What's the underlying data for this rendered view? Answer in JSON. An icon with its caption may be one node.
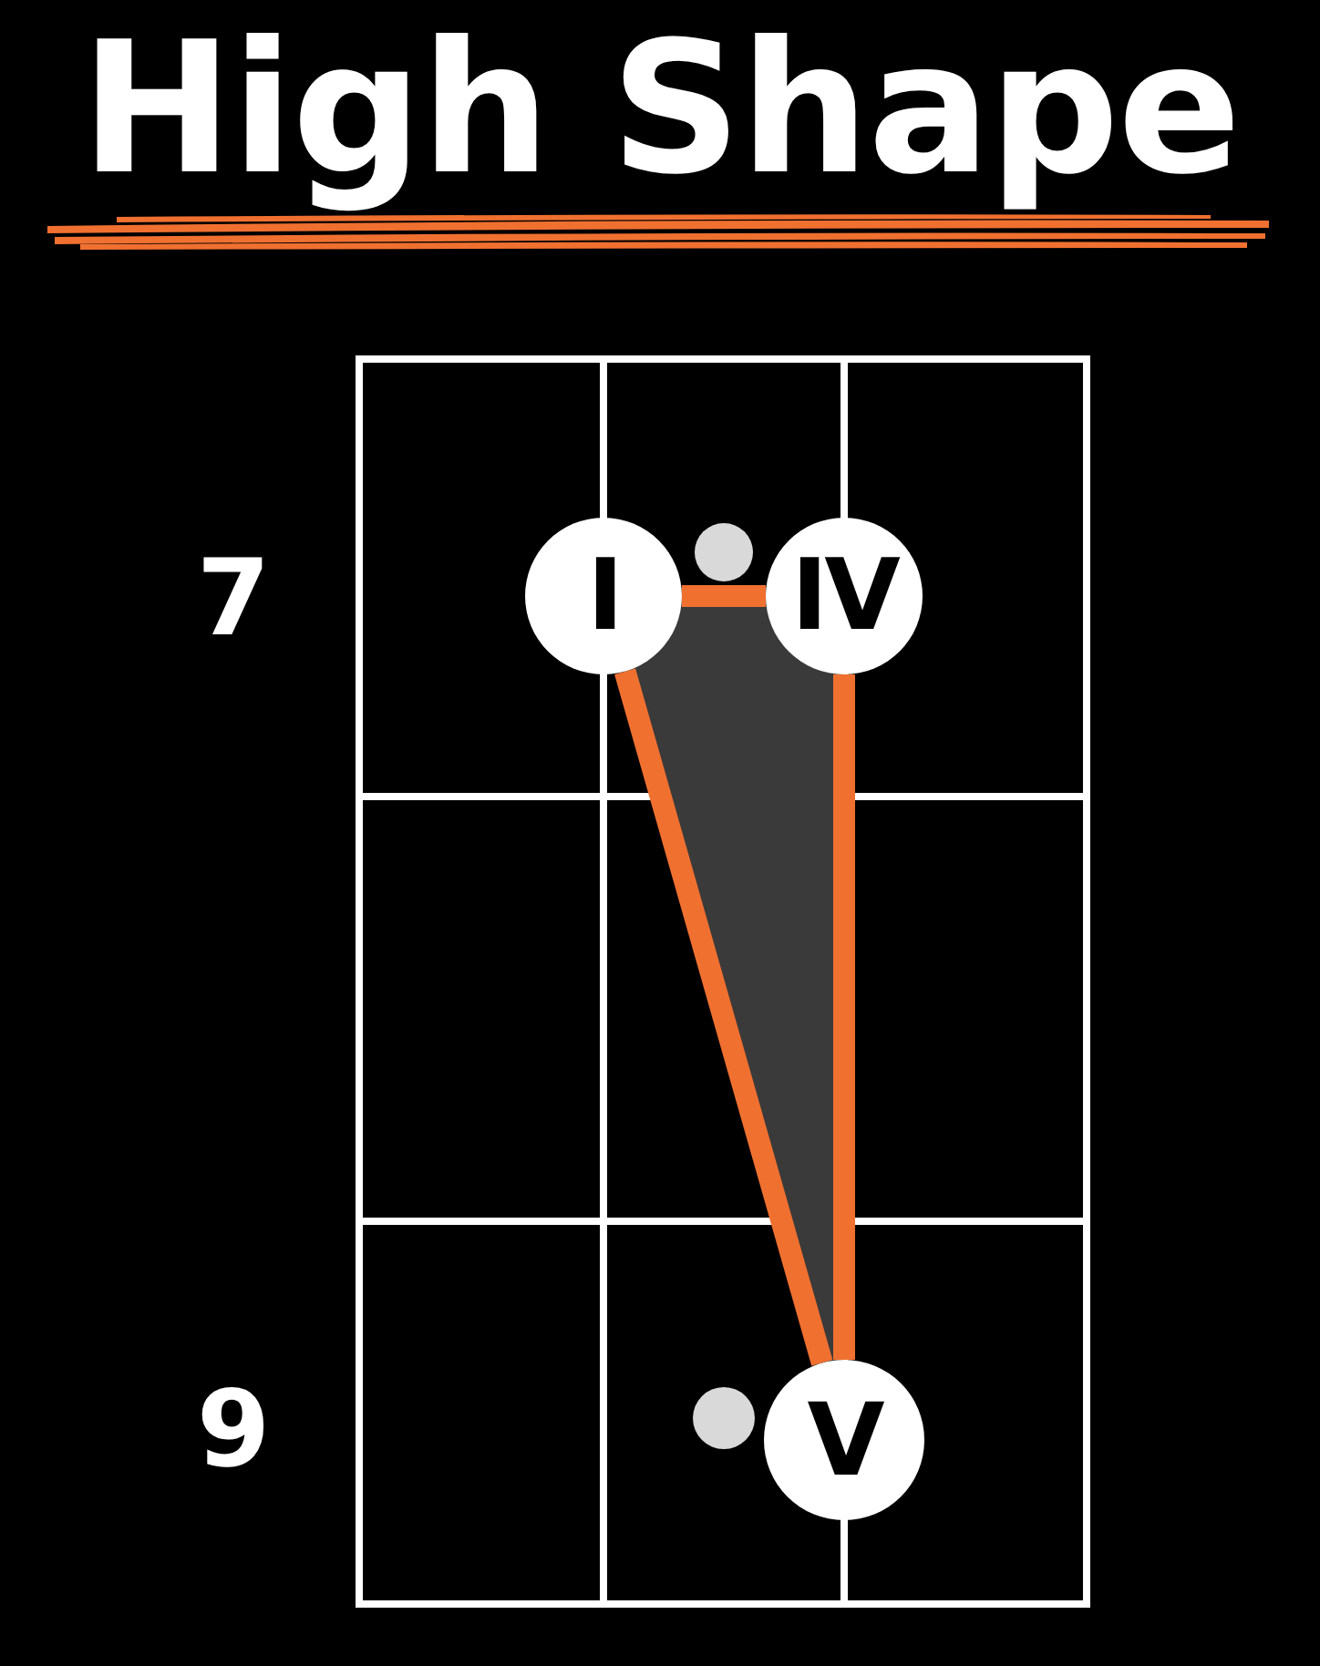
{
  "diagram": {
    "title": "High Shape",
    "nodes": [
      {
        "text": [
          "I"
        ]
      },
      {
        "text": [],
        "shape": "circle"
      },
      {
        "text": [
          "IV"
        ]
      },
      {
        "text": [],
        "shape": "circle"
      },
      {
        "text": [
          "V"
        ]
      }
    ],
    "edges": [
      {
        "from": 0,
        "to": 2,
        "arrow": "none"
      },
      {
        "from": 2,
        "to": 4,
        "arrow": "none"
      },
      {
        "from": 4,
        "to": 0,
        "arrow": "none"
      }
    ],
    "labels": [
      "7",
      "9"
    ]
  }
}
